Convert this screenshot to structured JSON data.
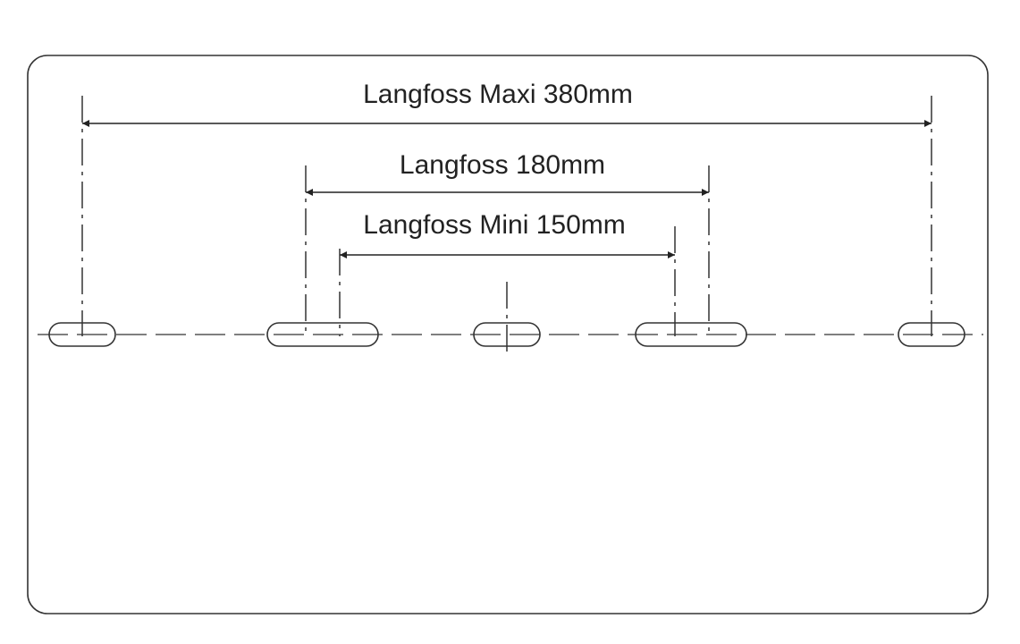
{
  "dimensions": [
    {
      "label": "Langfoss Maxi 380mm",
      "value_mm": 380
    },
    {
      "label": "Langfoss 180mm",
      "value_mm": 180
    },
    {
      "label": "Langfoss Mini 150mm",
      "value_mm": 150
    }
  ],
  "colors": {
    "line": "#222222",
    "background": "#ffffff"
  }
}
